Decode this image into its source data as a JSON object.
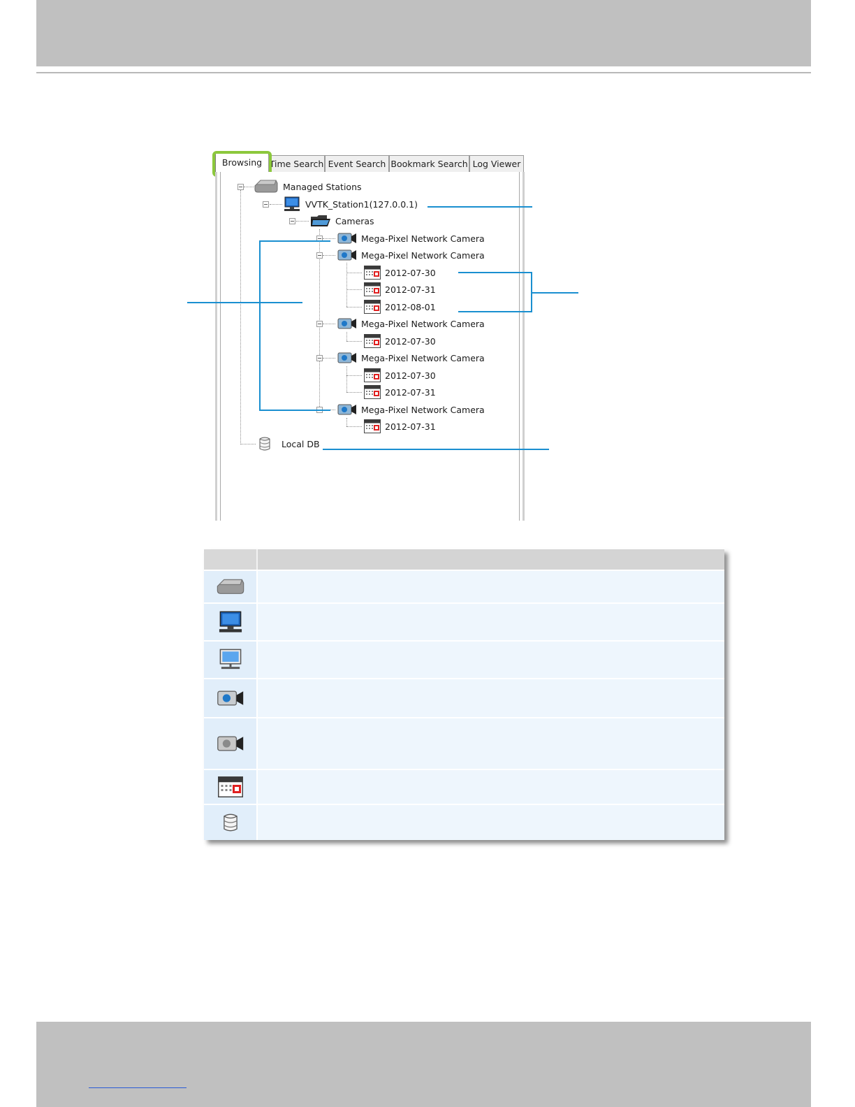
{
  "tabs": [
    "Browsing",
    "Time Search",
    "Event Search",
    "Bookmark Search",
    "Log Viewer"
  ],
  "tree": {
    "root": "Managed Stations",
    "station": "VVTK_Station1(127.0.0.1)",
    "cameras_folder": "Cameras",
    "cameras": [
      {
        "label": "Mega-Pixel Network Camera",
        "dates": []
      },
      {
        "label": "Mega-Pixel Network Camera",
        "dates": [
          "2012-07-30",
          "2012-07-31",
          "2012-08-01"
        ]
      },
      {
        "label": "Mega-Pixel Network Camera",
        "dates": [
          "2012-07-30"
        ]
      },
      {
        "label": "Mega-Pixel Network Camera",
        "dates": [
          "2012-07-30",
          "2012-07-31"
        ]
      },
      {
        "label": "Mega-Pixel Network Camera",
        "dates": [
          "2012-07-31"
        ]
      }
    ],
    "local_db": "Local DB"
  },
  "legend": {
    "headers": [
      "",
      ""
    ],
    "rows": [
      {
        "icon": "managed-stations-icon",
        "description": ""
      },
      {
        "icon": "station-online-icon",
        "description": ""
      },
      {
        "icon": "station-icon",
        "description": ""
      },
      {
        "icon": "camera-online-icon",
        "description": ""
      },
      {
        "icon": "camera-offline-icon",
        "description": ""
      },
      {
        "icon": "calendar-date-icon",
        "description": ""
      },
      {
        "icon": "local-db-icon",
        "description": ""
      }
    ]
  },
  "colors": {
    "accent_callout": "#1a8fd0",
    "tab_highlight": "#8cc83c",
    "band_gray": "#c0c0c0"
  }
}
